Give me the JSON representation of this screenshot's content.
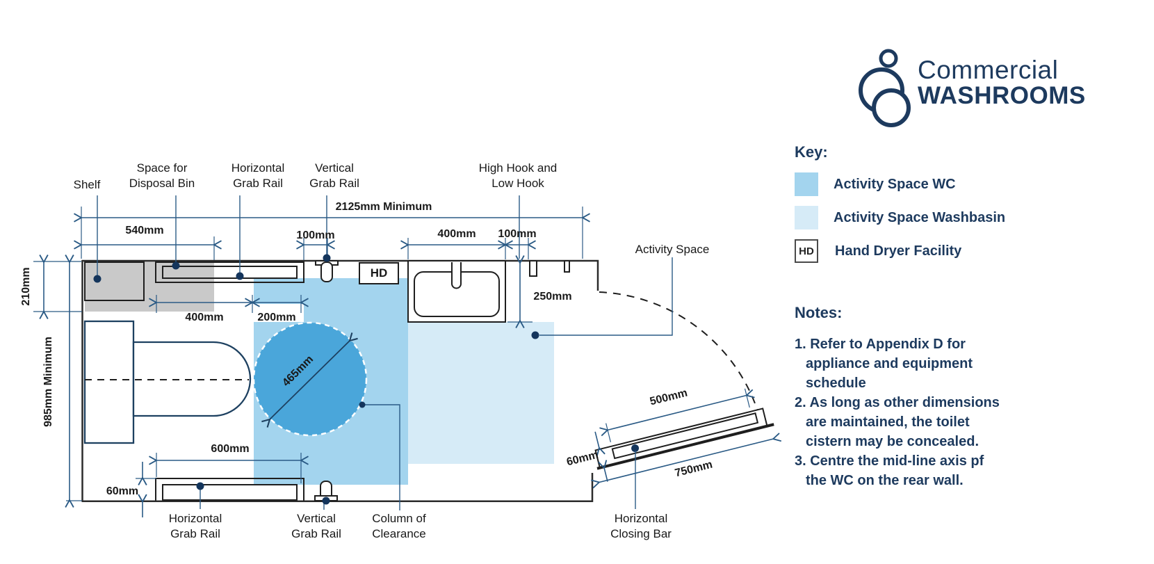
{
  "logo": {
    "line1": "Commercial",
    "line2": "WASHROOMS"
  },
  "key": {
    "heading": "Key:",
    "items": [
      {
        "swatch": "wc",
        "label": "Activity Space WC"
      },
      {
        "swatch": "washbasin",
        "label": "Activity Space Washbasin"
      },
      {
        "swatch": "hd",
        "swatch_text": "HD",
        "label": "Hand Dryer Facility"
      }
    ]
  },
  "notes": {
    "heading": "Notes:",
    "lines": [
      {
        "text": "1.  Refer to Appendix D for",
        "indent": false
      },
      {
        "text": "appliance and equipment",
        "indent": true
      },
      {
        "text": "schedule",
        "indent": true
      },
      {
        "text": "2.  As long as other dimensions",
        "indent": false
      },
      {
        "text": "are maintained, the toilet",
        "indent": true
      },
      {
        "text": "cistern may be concealed.",
        "indent": true
      },
      {
        "text": "3.  Centre the mid-line axis pf",
        "indent": false
      },
      {
        "text": "the WC on the rear wall.",
        "indent": true
      }
    ]
  },
  "diagram": {
    "hd_label": "HD",
    "labels": {
      "shelf": "Shelf",
      "disposal_bin": "Space for\nDisposal Bin",
      "horizontal_grab_rail_top": "Horizontal\nGrab Rail",
      "vertical_grab_rail_top": "Vertical\nGrab Rail",
      "high_low_hook": "High Hook and\nLow Hook",
      "activity_space": "Activity Space",
      "horizontal_grab_rail_bottom": "Horizontal\nGrab Rail",
      "vertical_grab_rail_bottom": "Vertical\nGrab Rail",
      "column_of_clearance": "Column of\nClearance",
      "horizontal_closing_bar": "Horizontal\nClosing Bar"
    },
    "dims": {
      "total_width": "2125mm Minimum",
      "shelf_width": "540mm",
      "gap_100_left": "100mm",
      "basin_width": "400mm",
      "basin_hook_gap": "100mm",
      "basin_depth": "250mm",
      "wall_210": "210mm",
      "room_depth": "985mm Minimum",
      "toilet_400": "400mm",
      "toilet_200": "200mm",
      "turning_circle": "465mm",
      "rail_600": "600mm",
      "rail_60": "60mm",
      "door_bar_500": "500mm",
      "door_60": "60mm",
      "door_750": "750mm"
    }
  },
  "colors": {
    "navy": "#1d3a5e",
    "dim_line": "#2a5a85",
    "wall": "#2b2b2b",
    "activity_wc_fill": "#a3d4ee",
    "activity_washbasin_fill": "#d6ebf7",
    "turning_circle_fill": "#4aa6da",
    "shelf_gray_fill": "#c9c9c9",
    "toilet_stroke": "#1d4060"
  }
}
